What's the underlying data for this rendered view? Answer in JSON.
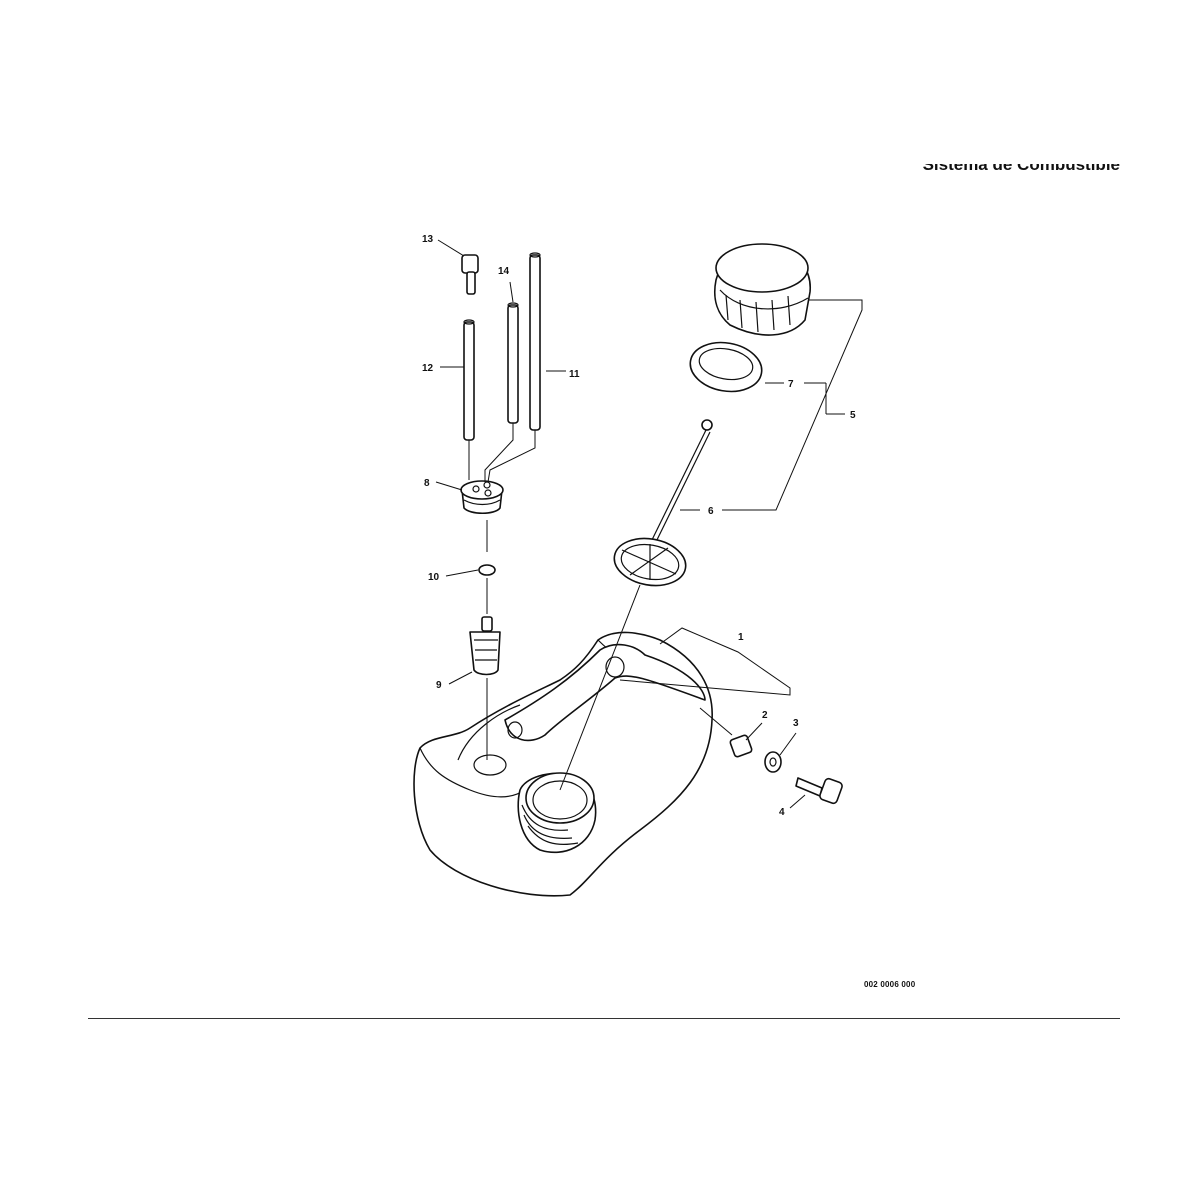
{
  "page": {
    "title": "Sistema de Combustible",
    "drawing_code": "002 0006 000"
  },
  "callouts": {
    "p1": "1",
    "p2": "2",
    "p3": "3",
    "p4": "4",
    "p5": "5",
    "p6": "6",
    "p7": "7",
    "p8": "8",
    "p9": "9",
    "p10": "10",
    "p11": "11",
    "p12": "12",
    "p13": "13",
    "p14": "14"
  },
  "colors": {
    "ink": "#111111",
    "paper": "#ffffff"
  }
}
